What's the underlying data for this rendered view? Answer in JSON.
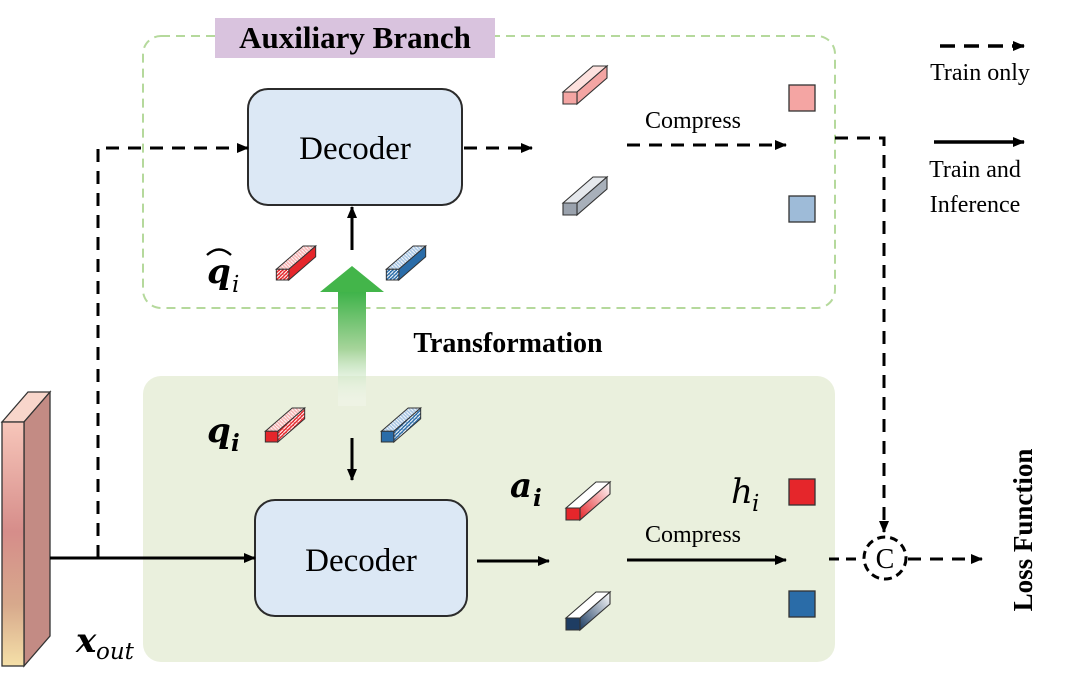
{
  "auxiliary_branch": {
    "title": "Auxiliary Branch",
    "decoder_label": "Decoder",
    "compress_label": "Compress",
    "query_symbol": "q",
    "query_subscript": "i"
  },
  "main_branch": {
    "decoder_label": "Decoder",
    "compress_label": "Compress",
    "query_symbol": "q",
    "query_subscript": "i",
    "attention_symbol": "a",
    "attention_subscript": "i",
    "hidden_symbol": "h",
    "hidden_subscript": "i"
  },
  "transformation_label": "Transformation",
  "input": {
    "symbol": "x",
    "subscript": "out"
  },
  "concat_symbol": "C",
  "loss_label": "Loss Function",
  "legend": {
    "dashed_label": "Train only",
    "solid_label_line1": "Train and",
    "solid_label_line2": "Inference"
  },
  "colors": {
    "red": "#e5262b",
    "light_red": "#f4a5a3",
    "blue": "#2a6ca8",
    "light_blue": "#9ebbd8",
    "gray": "#9aa2ad",
    "decoder_fill": "#dce8f5",
    "main_panel_fill": "#eaf0dd",
    "aux_border": "#b5d99c",
    "title_bg": "#d9c3de",
    "arrow_green": "#43b54a"
  }
}
